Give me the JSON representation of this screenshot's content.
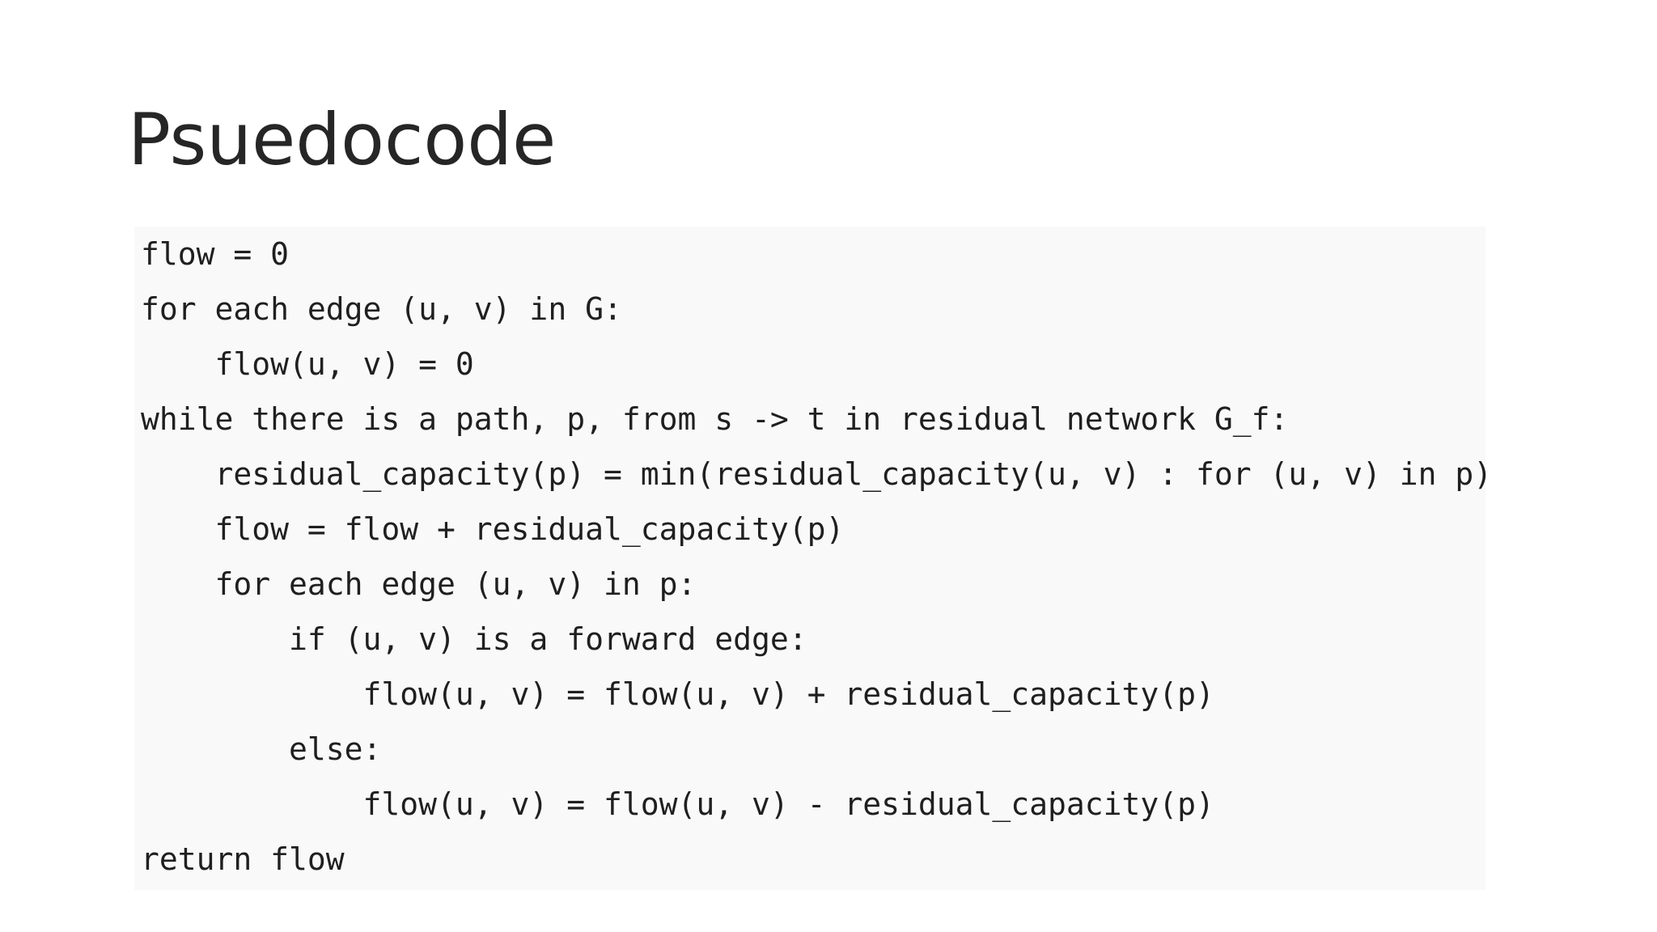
{
  "slide": {
    "title": "Psuedocode"
  },
  "code": {
    "lines": [
      "flow = 0",
      "for each edge (u, v) in G:",
      "    flow(u, v) = 0",
      "while there is a path, p, from s -> t in residual network G_f:",
      "    residual_capacity(p) = min(residual_capacity(u, v) : for (u, v) in p)",
      "    flow = flow + residual_capacity(p)",
      "    for each edge (u, v) in p:",
      "        if (u, v) is a forward edge:",
      "            flow(u, v) = flow(u, v) + residual_capacity(p)",
      "        else:",
      "            flow(u, v) = flow(u, v) - residual_capacity(p)",
      "return flow"
    ]
  }
}
